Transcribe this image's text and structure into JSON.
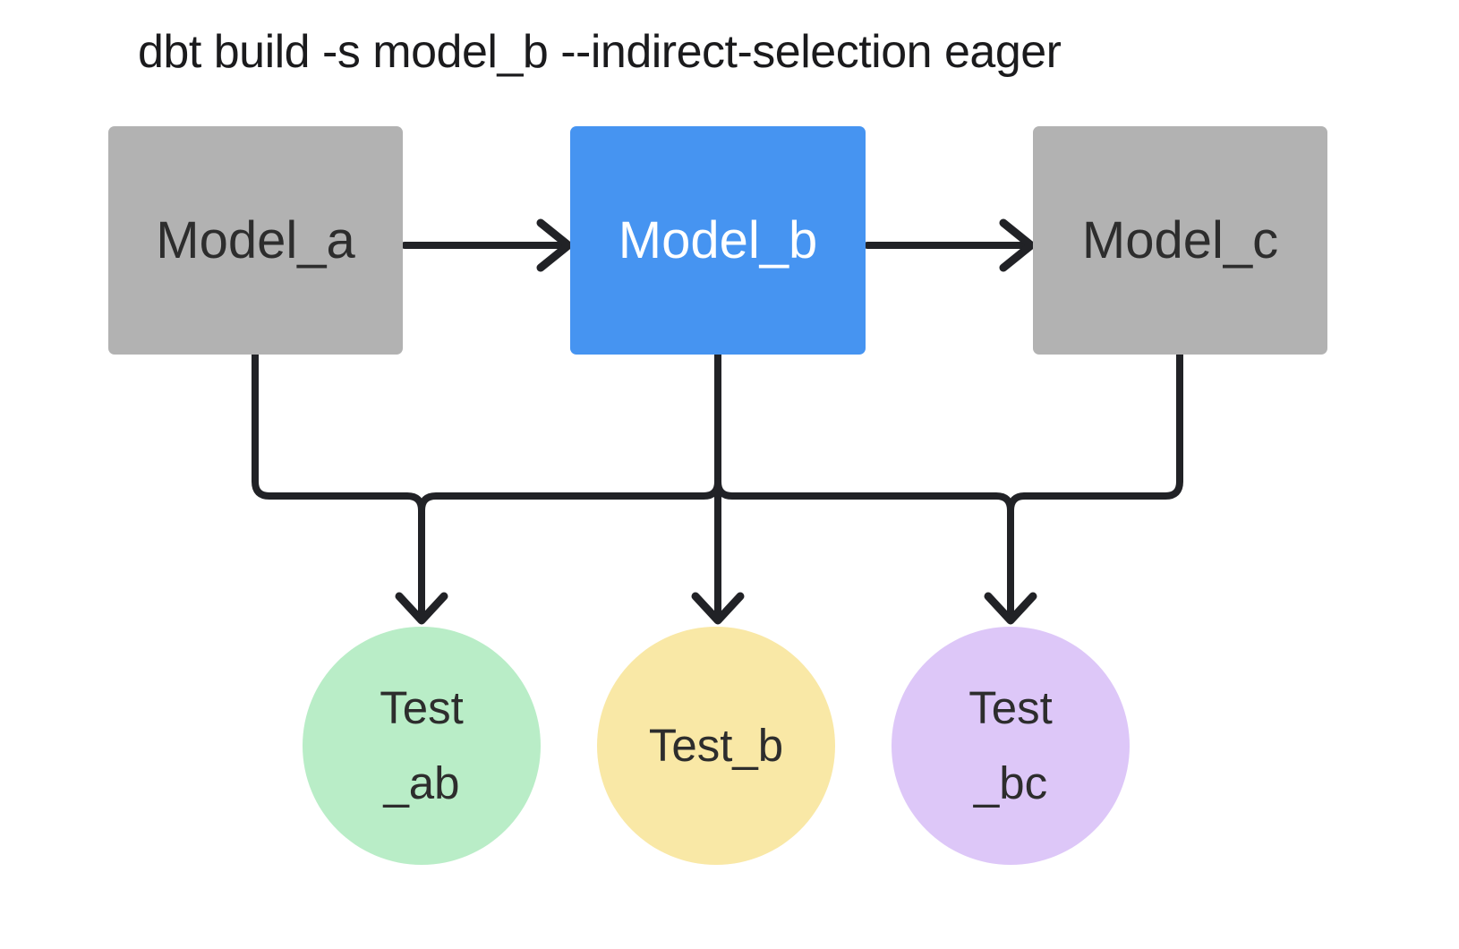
{
  "title": "dbt build -s model_b --indirect-selection eager",
  "colors": {
    "background": "#ffffff",
    "line": "#212226",
    "title_text": "#1b1b1d"
  },
  "nodes": {
    "model_a": {
      "type": "model",
      "label": "Model_a",
      "fill": "#b2b2b2",
      "text_color": "#2d2d2d"
    },
    "model_b": {
      "type": "model",
      "label": "Model_b",
      "fill": "#4694f1",
      "text_color": "#ffffff"
    },
    "model_c": {
      "type": "model",
      "label": "Model_c",
      "fill": "#b2b2b2",
      "text_color": "#2d2d2d"
    },
    "test_ab": {
      "type": "test",
      "label_line1": "Test",
      "label_line2": "_ab",
      "fill": "#b9edc7",
      "text_color": "#2d2d2d"
    },
    "test_b": {
      "type": "test",
      "label": "Test_b",
      "fill": "#f9e8a6",
      "text_color": "#2d2d2d"
    },
    "test_bc": {
      "type": "test",
      "label_line1": "Test",
      "label_line2": "_bc",
      "fill": "#ddc7f8",
      "text_color": "#2d2d2d"
    }
  },
  "edges": [
    {
      "from": "model_a",
      "to": "model_b"
    },
    {
      "from": "model_b",
      "to": "model_c"
    },
    {
      "from": "model_a",
      "to": "test_ab"
    },
    {
      "from": "model_b",
      "to": "test_ab"
    },
    {
      "from": "model_b",
      "to": "test_b"
    },
    {
      "from": "model_b",
      "to": "test_bc"
    },
    {
      "from": "model_c",
      "to": "test_bc"
    }
  ]
}
